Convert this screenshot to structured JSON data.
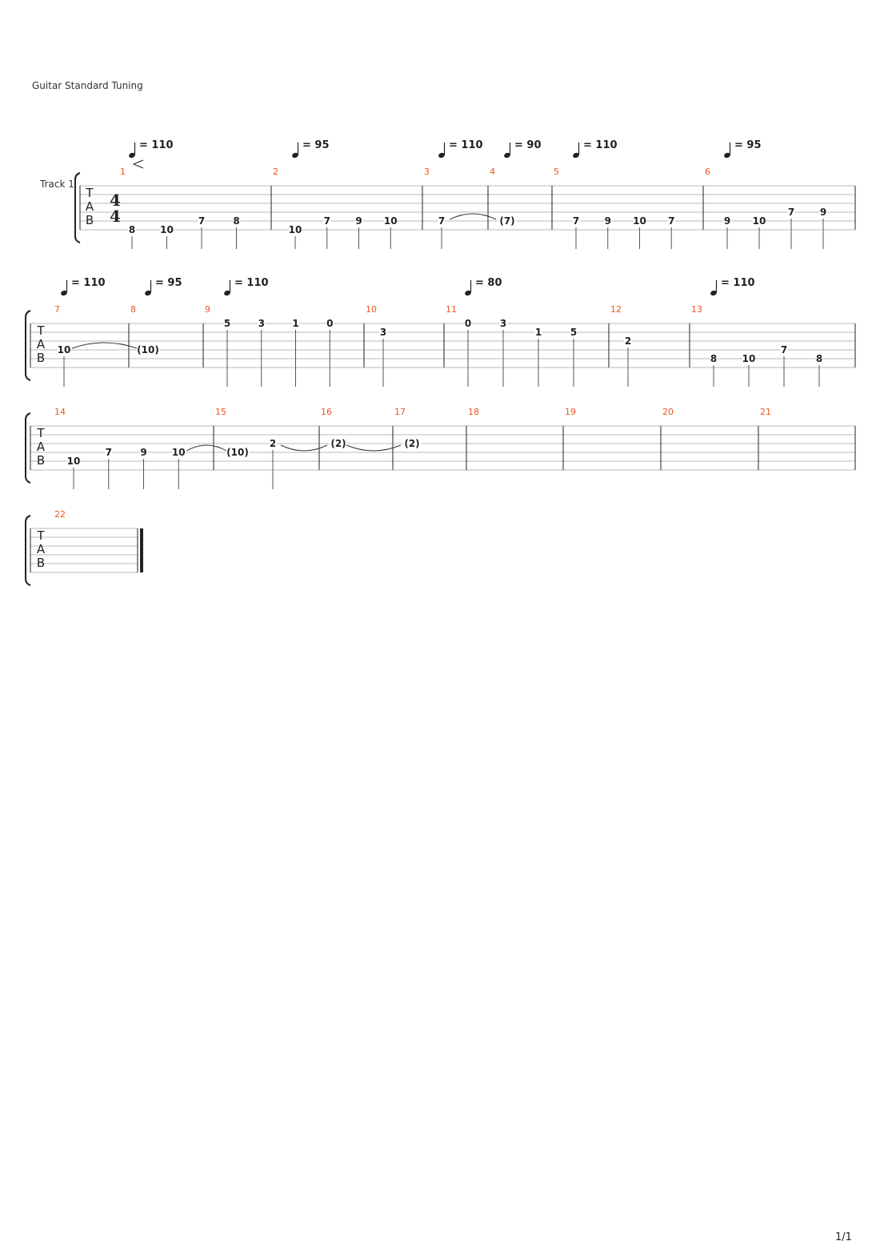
{
  "header": {
    "tuning": "Guitar Standard Tuning"
  },
  "track": {
    "name": "Track 1"
  },
  "time_signature": {
    "top": "4",
    "bottom": "4"
  },
  "tab_clef": [
    "T",
    "A",
    "B"
  ],
  "page": {
    "number": "1/1"
  },
  "tempo_markings": [
    {
      "measure": 1,
      "beat": 0,
      "bpm": "110",
      "crescendo": true
    },
    {
      "measure": 2,
      "beat": 0,
      "bpm": "95"
    },
    {
      "measure": 3,
      "beat": 0,
      "bpm": "110"
    },
    {
      "measure": 4,
      "beat": 0,
      "bpm": "90"
    },
    {
      "measure": 5,
      "beat": 0,
      "bpm": "110"
    },
    {
      "measure": 6,
      "beat": 0,
      "bpm": "95"
    },
    {
      "measure": 7,
      "beat": 0,
      "bpm": "110"
    },
    {
      "measure": 8,
      "beat": 0,
      "bpm": "95"
    },
    {
      "measure": 9,
      "beat": 0,
      "bpm": "110"
    },
    {
      "measure": 11,
      "beat": 0,
      "bpm": "80"
    },
    {
      "measure": 13,
      "beat": 0,
      "bpm": "110"
    }
  ],
  "measures": [
    {
      "number": "1",
      "notes": [
        {
          "string": 6,
          "fret": "8"
        },
        {
          "string": 6,
          "fret": "10"
        },
        {
          "string": 5,
          "fret": "7"
        },
        {
          "string": 5,
          "fret": "8"
        }
      ]
    },
    {
      "number": "2",
      "notes": [
        {
          "string": 6,
          "fret": "10"
        },
        {
          "string": 5,
          "fret": "7"
        },
        {
          "string": 5,
          "fret": "9"
        },
        {
          "string": 5,
          "fret": "10"
        }
      ]
    },
    {
      "number": "3",
      "notes": [
        {
          "string": 5,
          "fret": "7",
          "tie_next": true
        }
      ]
    },
    {
      "number": "4",
      "notes": [
        {
          "string": 5,
          "fret": "(7)"
        }
      ]
    },
    {
      "number": "5",
      "notes": [
        {
          "string": 5,
          "fret": "7"
        },
        {
          "string": 5,
          "fret": "9"
        },
        {
          "string": 5,
          "fret": "10"
        },
        {
          "string": 5,
          "fret": "7"
        }
      ]
    },
    {
      "number": "6",
      "notes": [
        {
          "string": 5,
          "fret": "9"
        },
        {
          "string": 5,
          "fret": "10"
        },
        {
          "string": 4,
          "fret": "7"
        },
        {
          "string": 4,
          "fret": "9"
        }
      ]
    },
    {
      "number": "7",
      "notes": [
        {
          "string": 4,
          "fret": "10",
          "tie_next": true
        }
      ]
    },
    {
      "number": "8",
      "notes": [
        {
          "string": 4,
          "fret": "(10)"
        }
      ]
    },
    {
      "number": "9",
      "notes": [
        {
          "string": 1,
          "fret": "5"
        },
        {
          "string": 1,
          "fret": "3"
        },
        {
          "string": 1,
          "fret": "1"
        },
        {
          "string": 1,
          "fret": "0"
        }
      ]
    },
    {
      "number": "10",
      "notes": [
        {
          "string": 2,
          "fret": "3"
        }
      ]
    },
    {
      "number": "11",
      "notes": [
        {
          "string": 1,
          "fret": "0"
        },
        {
          "string": 1,
          "fret": "3"
        },
        {
          "string": 2,
          "fret": "1"
        },
        {
          "string": 2,
          "fret": "5"
        }
      ]
    },
    {
      "number": "12",
      "notes": [
        {
          "string": 3,
          "fret": "2"
        }
      ]
    },
    {
      "number": "13",
      "notes": [
        {
          "string": 5,
          "fret": "8"
        },
        {
          "string": 5,
          "fret": "10"
        },
        {
          "string": 4,
          "fret": "7"
        },
        {
          "string": 5,
          "fret": "8"
        }
      ]
    },
    {
      "number": "14",
      "notes": [
        {
          "string": 5,
          "fret": "10"
        },
        {
          "string": 4,
          "fret": "7"
        },
        {
          "string": 4,
          "fret": "9"
        },
        {
          "string": 4,
          "fret": "10",
          "tie_next": true
        }
      ]
    },
    {
      "number": "15",
      "notes": [
        {
          "string": 4,
          "fret": "(10)"
        },
        {
          "string": 3,
          "fret": "2",
          "tie_next": true
        }
      ]
    },
    {
      "number": "16",
      "notes": [
        {
          "string": 3,
          "fret": "(2)",
          "tie_next": true
        }
      ]
    },
    {
      "number": "17",
      "notes": [
        {
          "string": 3,
          "fret": "(2)"
        }
      ]
    },
    {
      "number": "18",
      "notes": []
    },
    {
      "number": "19",
      "notes": []
    },
    {
      "number": "20",
      "notes": []
    },
    {
      "number": "21",
      "notes": []
    },
    {
      "number": "22",
      "notes": [],
      "final": true
    }
  ],
  "colors": {
    "measure_number": "#ee5522",
    "staff_line": "#b8b8b8",
    "ink": "#222222"
  }
}
